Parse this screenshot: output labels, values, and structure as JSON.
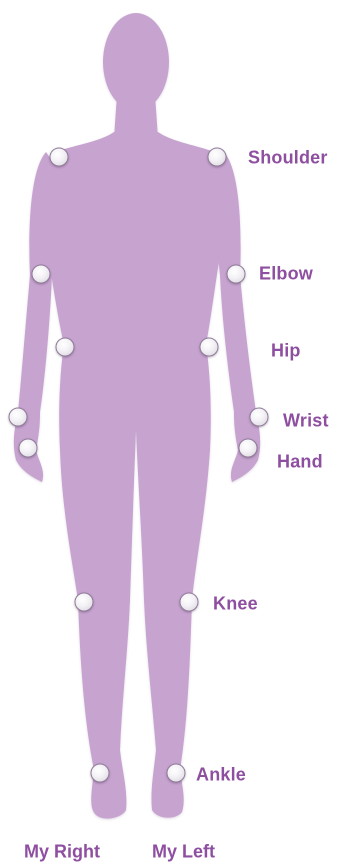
{
  "colors": {
    "body_fill": "#c7a3d0",
    "label_text": "#8e4fa0",
    "joint_border": "#8e7a97"
  },
  "labels": {
    "shoulder": "Shoulder",
    "elbow": "Elbow",
    "hip": "Hip",
    "wrist": "Wrist",
    "hand": "Hand",
    "knee": "Knee",
    "ankle": "Ankle"
  },
  "sides": {
    "right": "My Right",
    "left": "My Left"
  }
}
